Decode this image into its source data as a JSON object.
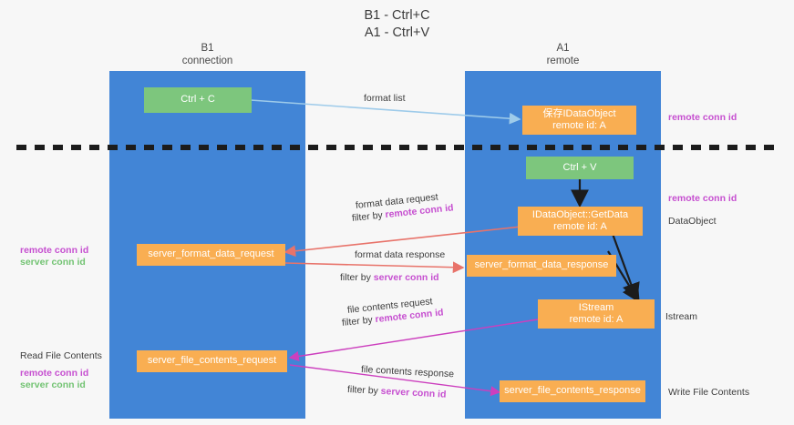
{
  "title": "B1 - Ctrl+C\nA1 - Ctrl+V",
  "lanes": [
    {
      "id": "b1",
      "name": "B1",
      "role": "connection",
      "header": "B1\nconnection"
    },
    {
      "id": "a1",
      "name": "A1",
      "role": "remote",
      "header": "A1\nremote"
    }
  ],
  "nodes": [
    {
      "id": "ctrl-c",
      "label": "Ctrl + C",
      "color": "#7dc67d"
    },
    {
      "id": "save-idataobject",
      "label": "保存IDataObject\nremote id: A",
      "color": "#f9ae52"
    },
    {
      "id": "ctrl-v",
      "label": "Ctrl + V",
      "color": "#7dc67d"
    },
    {
      "id": "idataobject-getdata",
      "label": "IDataObject::GetData\nremote id: A",
      "color": "#f9ae52"
    },
    {
      "id": "server-format-data-request",
      "label": "server_format_data_request",
      "color": "#f9ae52"
    },
    {
      "id": "server-format-data-response",
      "label": "server_format_data_response",
      "color": "#f9ae52"
    },
    {
      "id": "istream",
      "label": "IStream\nremote id: A",
      "color": "#f9ae52"
    },
    {
      "id": "server-file-contents-request",
      "label": "server_file_contents_request",
      "color": "#f9ae52"
    },
    {
      "id": "server-file-contents-response",
      "label": "server_file_contents_response",
      "color": "#f9ae52"
    }
  ],
  "edge_labels": {
    "format_list": "format list",
    "format_data_request": "format data request",
    "format_data_request_filter_prefix": "filter by ",
    "format_data_request_filter_key": "remote conn id",
    "format_data_response": "format data response",
    "format_data_response_filter_prefix": "filter by ",
    "format_data_response_filter_key": "server conn id",
    "file_contents_request": "file contents request",
    "file_contents_request_filter_prefix": "filter by ",
    "file_contents_request_filter_key": "remote conn id",
    "file_contents_response": "file contents response",
    "file_contents_response_filter_prefix": "filter by ",
    "file_contents_response_filter_key": "server conn id"
  },
  "right_labels": {
    "remote_conn_id_top": "remote conn id",
    "remote_conn_id_mid": "remote conn id",
    "dataobject": "DataObject",
    "istream": "Istream",
    "write_file_contents": "Write File Contents"
  },
  "left_labels": {
    "remote_conn_id_mid": "remote conn id",
    "server_conn_id_mid": "server conn id",
    "read_file_contents": "Read File Contents",
    "remote_conn_id_bottom": "remote conn id",
    "server_conn_id_bottom": "server conn id"
  },
  "colors": {
    "lane": "#4285d6",
    "green_node": "#7dc67d",
    "orange_node": "#f9ae52",
    "remote_key": "#c64fd0",
    "server_key": "#72c372",
    "arrow_light_blue": "#9ecbea",
    "arrow_red": "#e8736a",
    "arrow_magenta": "#cc3fbe",
    "arrow_black": "#1c1c1c",
    "divider": "#1c1c1c",
    "background": "#f7f7f7"
  }
}
